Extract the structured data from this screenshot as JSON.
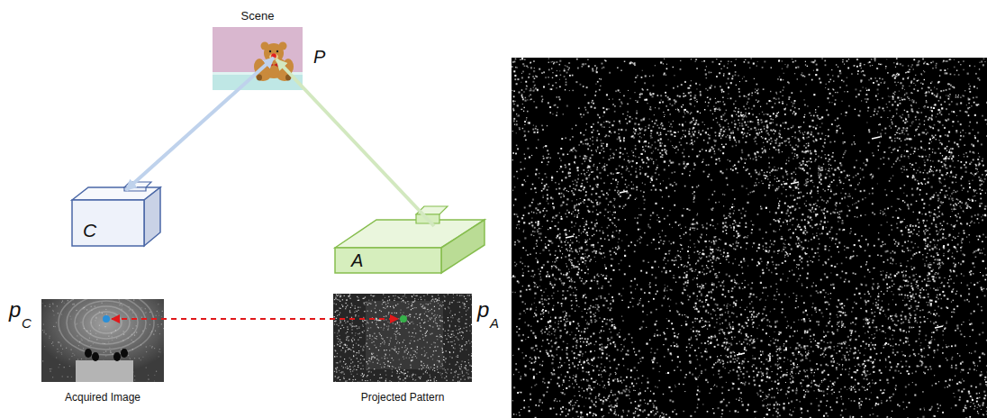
{
  "diagram": {
    "nodes": [
      {
        "text": [
          "Scene",
          "P"
        ]
      },
      {
        "text": [
          "C"
        ]
      },
      {
        "text": [
          "A"
        ]
      },
      {
        "text": [
          "Acquired Image"
        ]
      },
      {
        "text": [
          "Projected Pattern"
        ]
      }
    ],
    "edges": [
      {
        "from": 0,
        "to": 1,
        "arrow": "both"
      },
      {
        "from": 2,
        "to": 0,
        "arrow": "to"
      },
      {
        "from": 3,
        "to": 4,
        "arrow": "both"
      }
    ],
    "labels": [
      "p",
      "C",
      "p",
      "A"
    ]
  }
}
